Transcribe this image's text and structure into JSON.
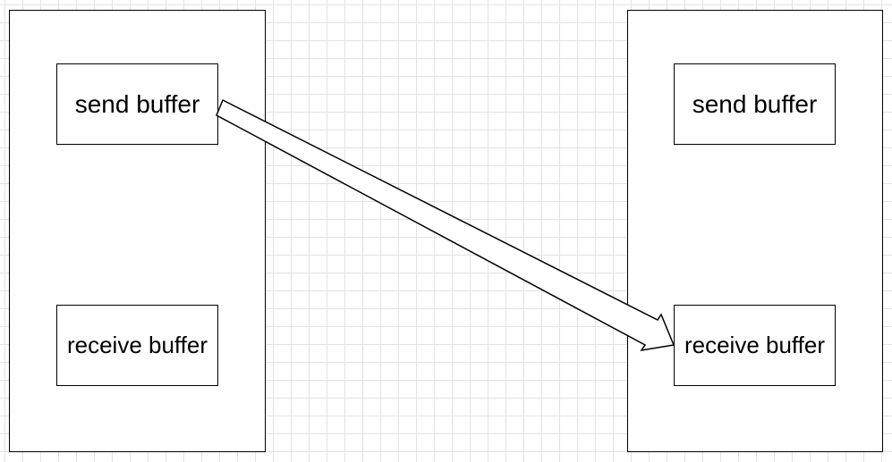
{
  "nodes": {
    "left_send": "send buffer",
    "left_receive": "receive buffer",
    "right_send": "send buffer",
    "right_receive": "receive buffer"
  },
  "edges": [
    {
      "from": "left_send",
      "to": "right_receive",
      "style": "hollow-block-arrow"
    }
  ],
  "colors": {
    "background": "#ffffff",
    "grid": "#e2e2e2",
    "stroke": "#000000"
  }
}
